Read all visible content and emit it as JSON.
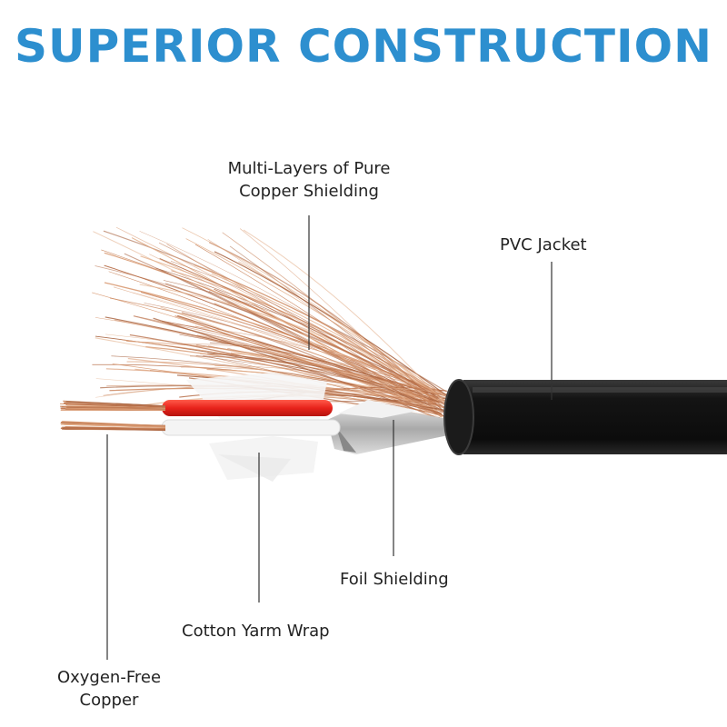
{
  "title": "SUPERIOR CONSTRUCTION",
  "colors": {
    "title": "#2d8fcf",
    "jacket": "#141414",
    "copper": "#c9835a",
    "red_insulation": "#e8231b",
    "white_insulation": "#f4f4f4",
    "foil": "#c8c8c8"
  },
  "labels": {
    "copper_shielding": {
      "line1": "Multi-Layers of Pure",
      "line2": "Copper Shielding"
    },
    "pvc_jacket": {
      "line1": "PVC Jacket"
    },
    "foil_shielding": {
      "line1": "Foil Shielding"
    },
    "cotton_wrap": {
      "line1": "Cotton Yarm Wrap"
    },
    "oxygen_free_copper": {
      "line1": "Oxygen-Free",
      "line2": "Copper"
    }
  }
}
